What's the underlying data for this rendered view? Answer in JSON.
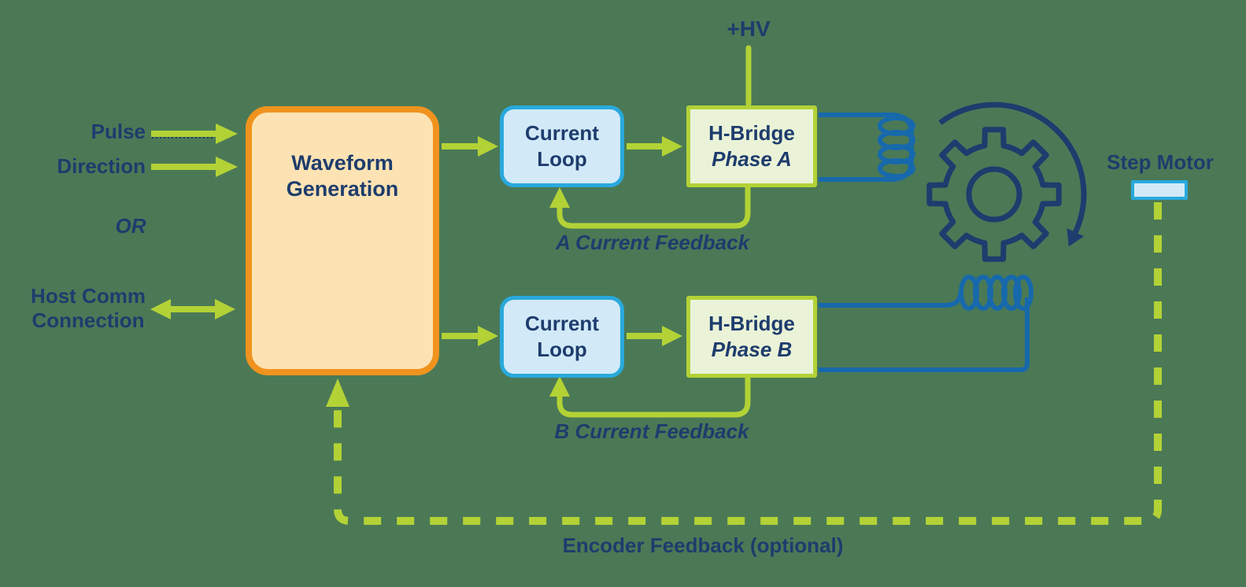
{
  "colors": {
    "background": "#4b7956",
    "lime": "#b3d236",
    "orange": "#f0931e",
    "peach": "#fde3b3",
    "cyan": "#29a9dc",
    "light_blue": "#d2eaf8",
    "light_green": "#eaf3d7",
    "navy": "#1e3c6d",
    "wire_blue": "#1769ac",
    "sine_cyan": "#2bb3e0",
    "sine_navy": "#1c4e8b"
  },
  "inputs": {
    "pulse": "Pulse",
    "direction": "Direction",
    "or_label": "OR",
    "host_comm_line1": "Host Comm",
    "host_comm_line2": "Connection"
  },
  "blocks": {
    "waveform_generation": {
      "line1": "Waveform",
      "line2": "Generation"
    },
    "current_loop_a": {
      "line1": "Current",
      "line2": "Loop"
    },
    "current_loop_b": {
      "line1": "Current",
      "line2": "Loop"
    },
    "h_bridge_a": {
      "title": "H-Bridge",
      "phase": "Phase A"
    },
    "h_bridge_b": {
      "title": "H-Bridge",
      "phase": "Phase B"
    }
  },
  "annotations": {
    "hv": "+HV",
    "a_current_feedback": "A Current Feedback",
    "b_current_feedback": "B Current Feedback",
    "encoder_feedback": "Encoder Feedback (optional)",
    "step_motor": "Step Motor"
  },
  "icons": {
    "gear": "gear-cog-outline",
    "rotation": "clockwise-rotation-arrow",
    "coil_a": "inductor-coil-vertical",
    "coil_b": "inductor-coil-horizontal",
    "waveform": "two-phase-sine-plot"
  }
}
